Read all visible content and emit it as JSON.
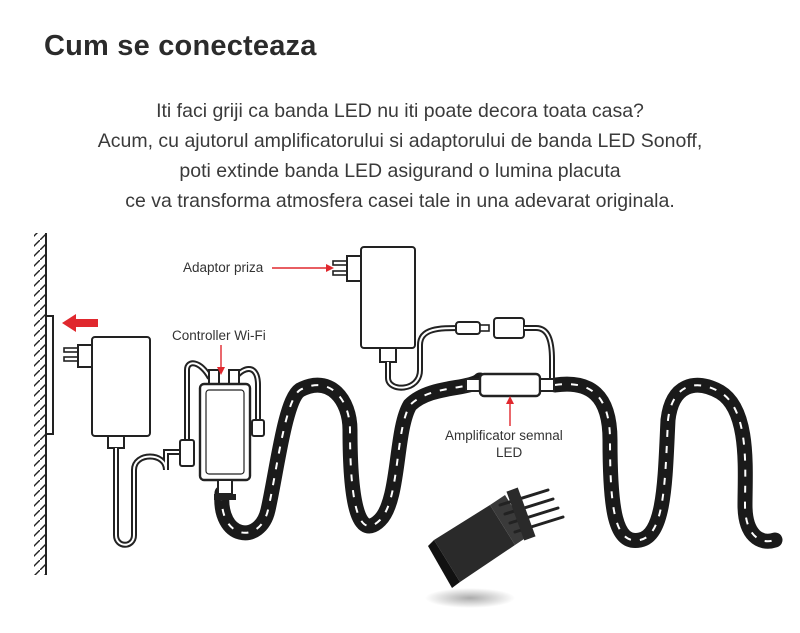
{
  "heading": "Cum se conecteaza",
  "intro_lines": [
    "Iti faci griji ca banda LED nu iti poate decora toata casa?",
    "Acum, cu ajutorul amplificatorului si adaptorului de banda LED Sonoff,",
    "poti extinde banda LED asigurand o lumina placuta",
    "ce va transforma atmosfera casei tale in una adevarat originala."
  ],
  "labels": {
    "adapter": "Adaptor priza",
    "controller": "Controller Wi-Fi",
    "amplifier_line1": "Amplificator semnal",
    "amplifier_line2": "LED"
  },
  "colors": {
    "accent": "#e0282e",
    "outline": "#222222",
    "text": "#333333"
  }
}
